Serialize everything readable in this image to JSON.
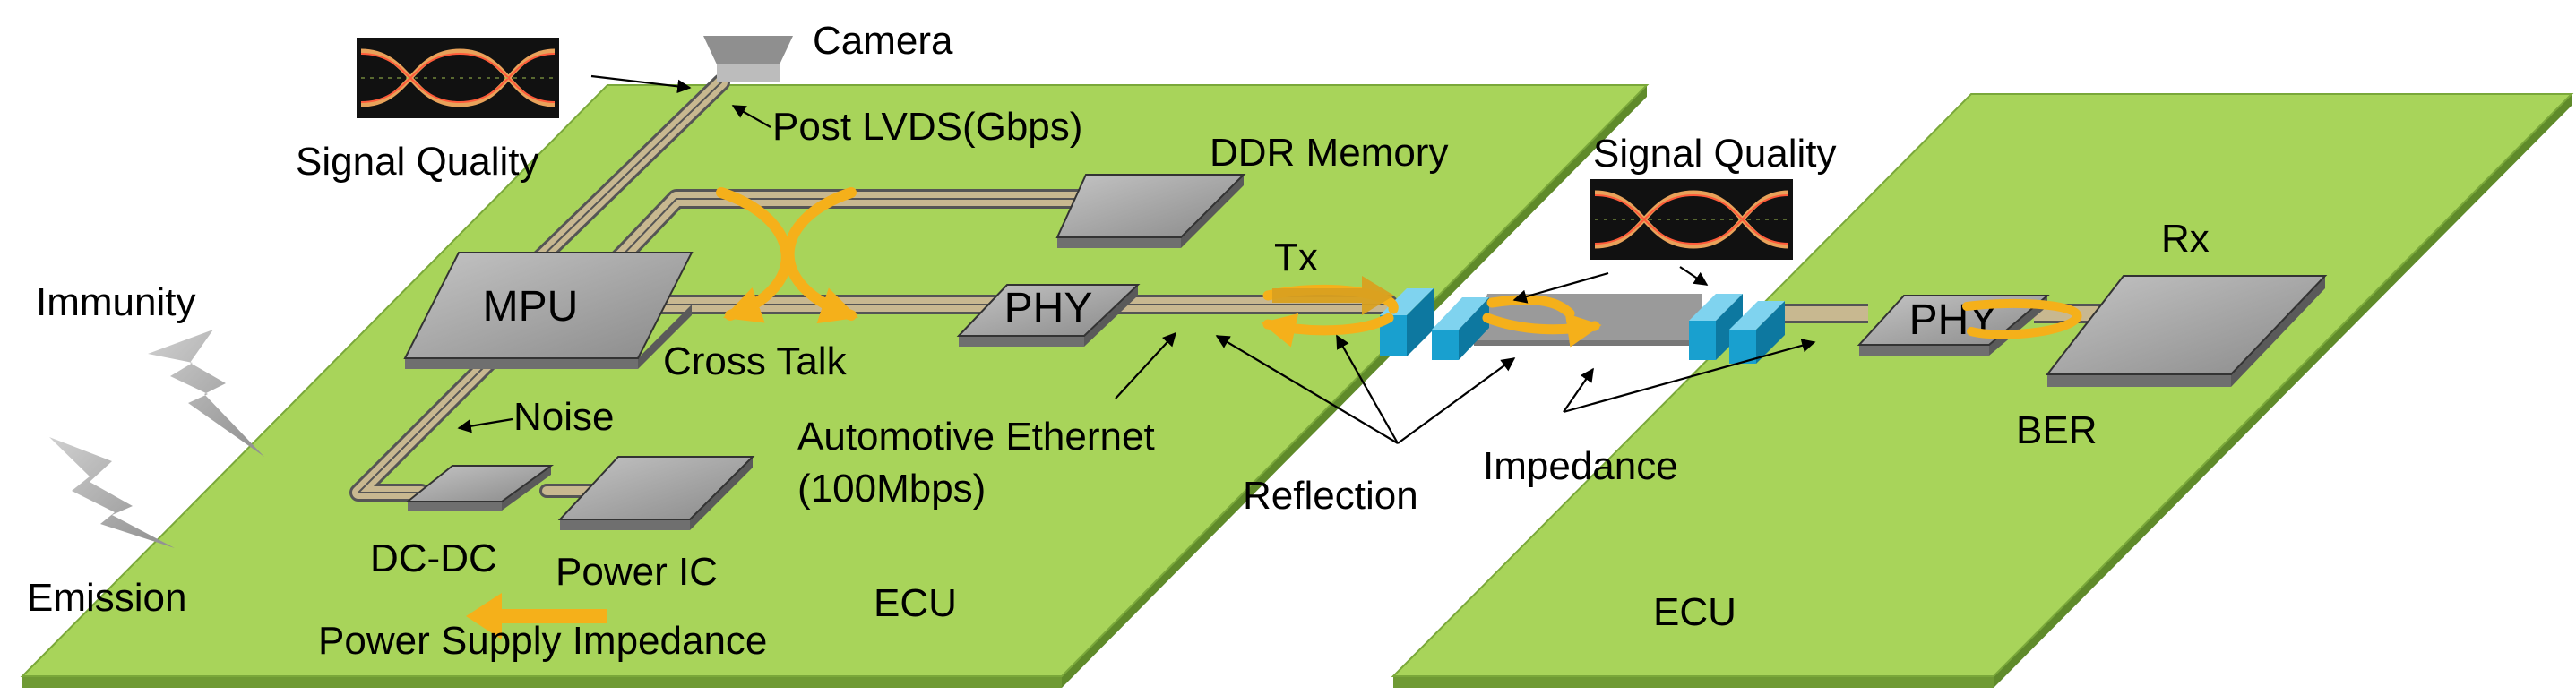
{
  "labels": {
    "camera": "Camera",
    "signal_quality_left": "Signal Quality",
    "post_lvds": "Post LVDS(Gbps)",
    "ddr_memory": "DDR Memory",
    "signal_quality_right": "Signal Quality",
    "tx": "Tx",
    "rx": "Rx",
    "immunity": "Immunity",
    "mpu": "MPU",
    "phy_left": "PHY",
    "phy_right": "PHY",
    "cross_talk": "Cross Talk",
    "noise": "Noise",
    "automotive_ethernet_line1": "Automotive Ethernet",
    "automotive_ethernet_line2": "(100Mbps)",
    "reflection": "Reflection",
    "impedance": "Impedance",
    "ber": "BER",
    "dc_dc": "DC-DC",
    "power_ic": "Power IC",
    "emission": "Emission",
    "power_supply_impedance": "Power Supply Impedance",
    "ecu_left": "ECU",
    "ecu_right": "ECU"
  },
  "colors": {
    "board": "#a8d45a",
    "board_edge": "#5f8a2a",
    "chip": "#9a9a9a",
    "trace": "#c8b890",
    "arrow_orange": "#f5b01a",
    "connector": "#19a0cf",
    "cable": "#999999",
    "bolt": "#b5b5b5"
  },
  "icons": [
    "lightning-bolt-icon",
    "eye-diagram-icon",
    "camera-icon",
    "connector-icon"
  ]
}
